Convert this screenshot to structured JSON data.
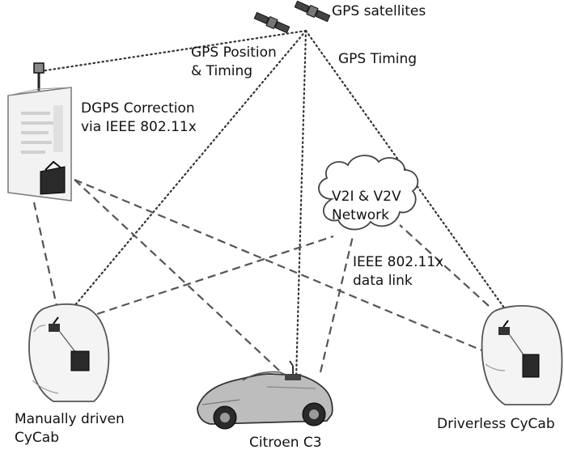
{
  "labels": {
    "gps_satellites": "GPS satellites",
    "gps_position_line1": "GPS Position",
    "gps_position_line2": "& Timing",
    "gps_timing": "GPS Timing",
    "dgps_line1": "DGPS Correction",
    "dgps_line2": "via IEEE 802.11x",
    "network_line1": "V2I & V2V",
    "network_line2": "Network",
    "datalink_line1": "IEEE 802.11x",
    "datalink_line2": "data link",
    "manual_line1": "Manually driven",
    "manual_line2": "CyCab",
    "driverless": "Driverless CyCab",
    "citroen": "Citroen C3"
  },
  "colors": {
    "line": "#333333",
    "fill_light": "#f2f2f2",
    "fill_mid": "#bdbdbd",
    "fill_dark": "#2a2a2a"
  },
  "link_styles": {
    "gps": "dotted",
    "wireless": "dashed"
  }
}
